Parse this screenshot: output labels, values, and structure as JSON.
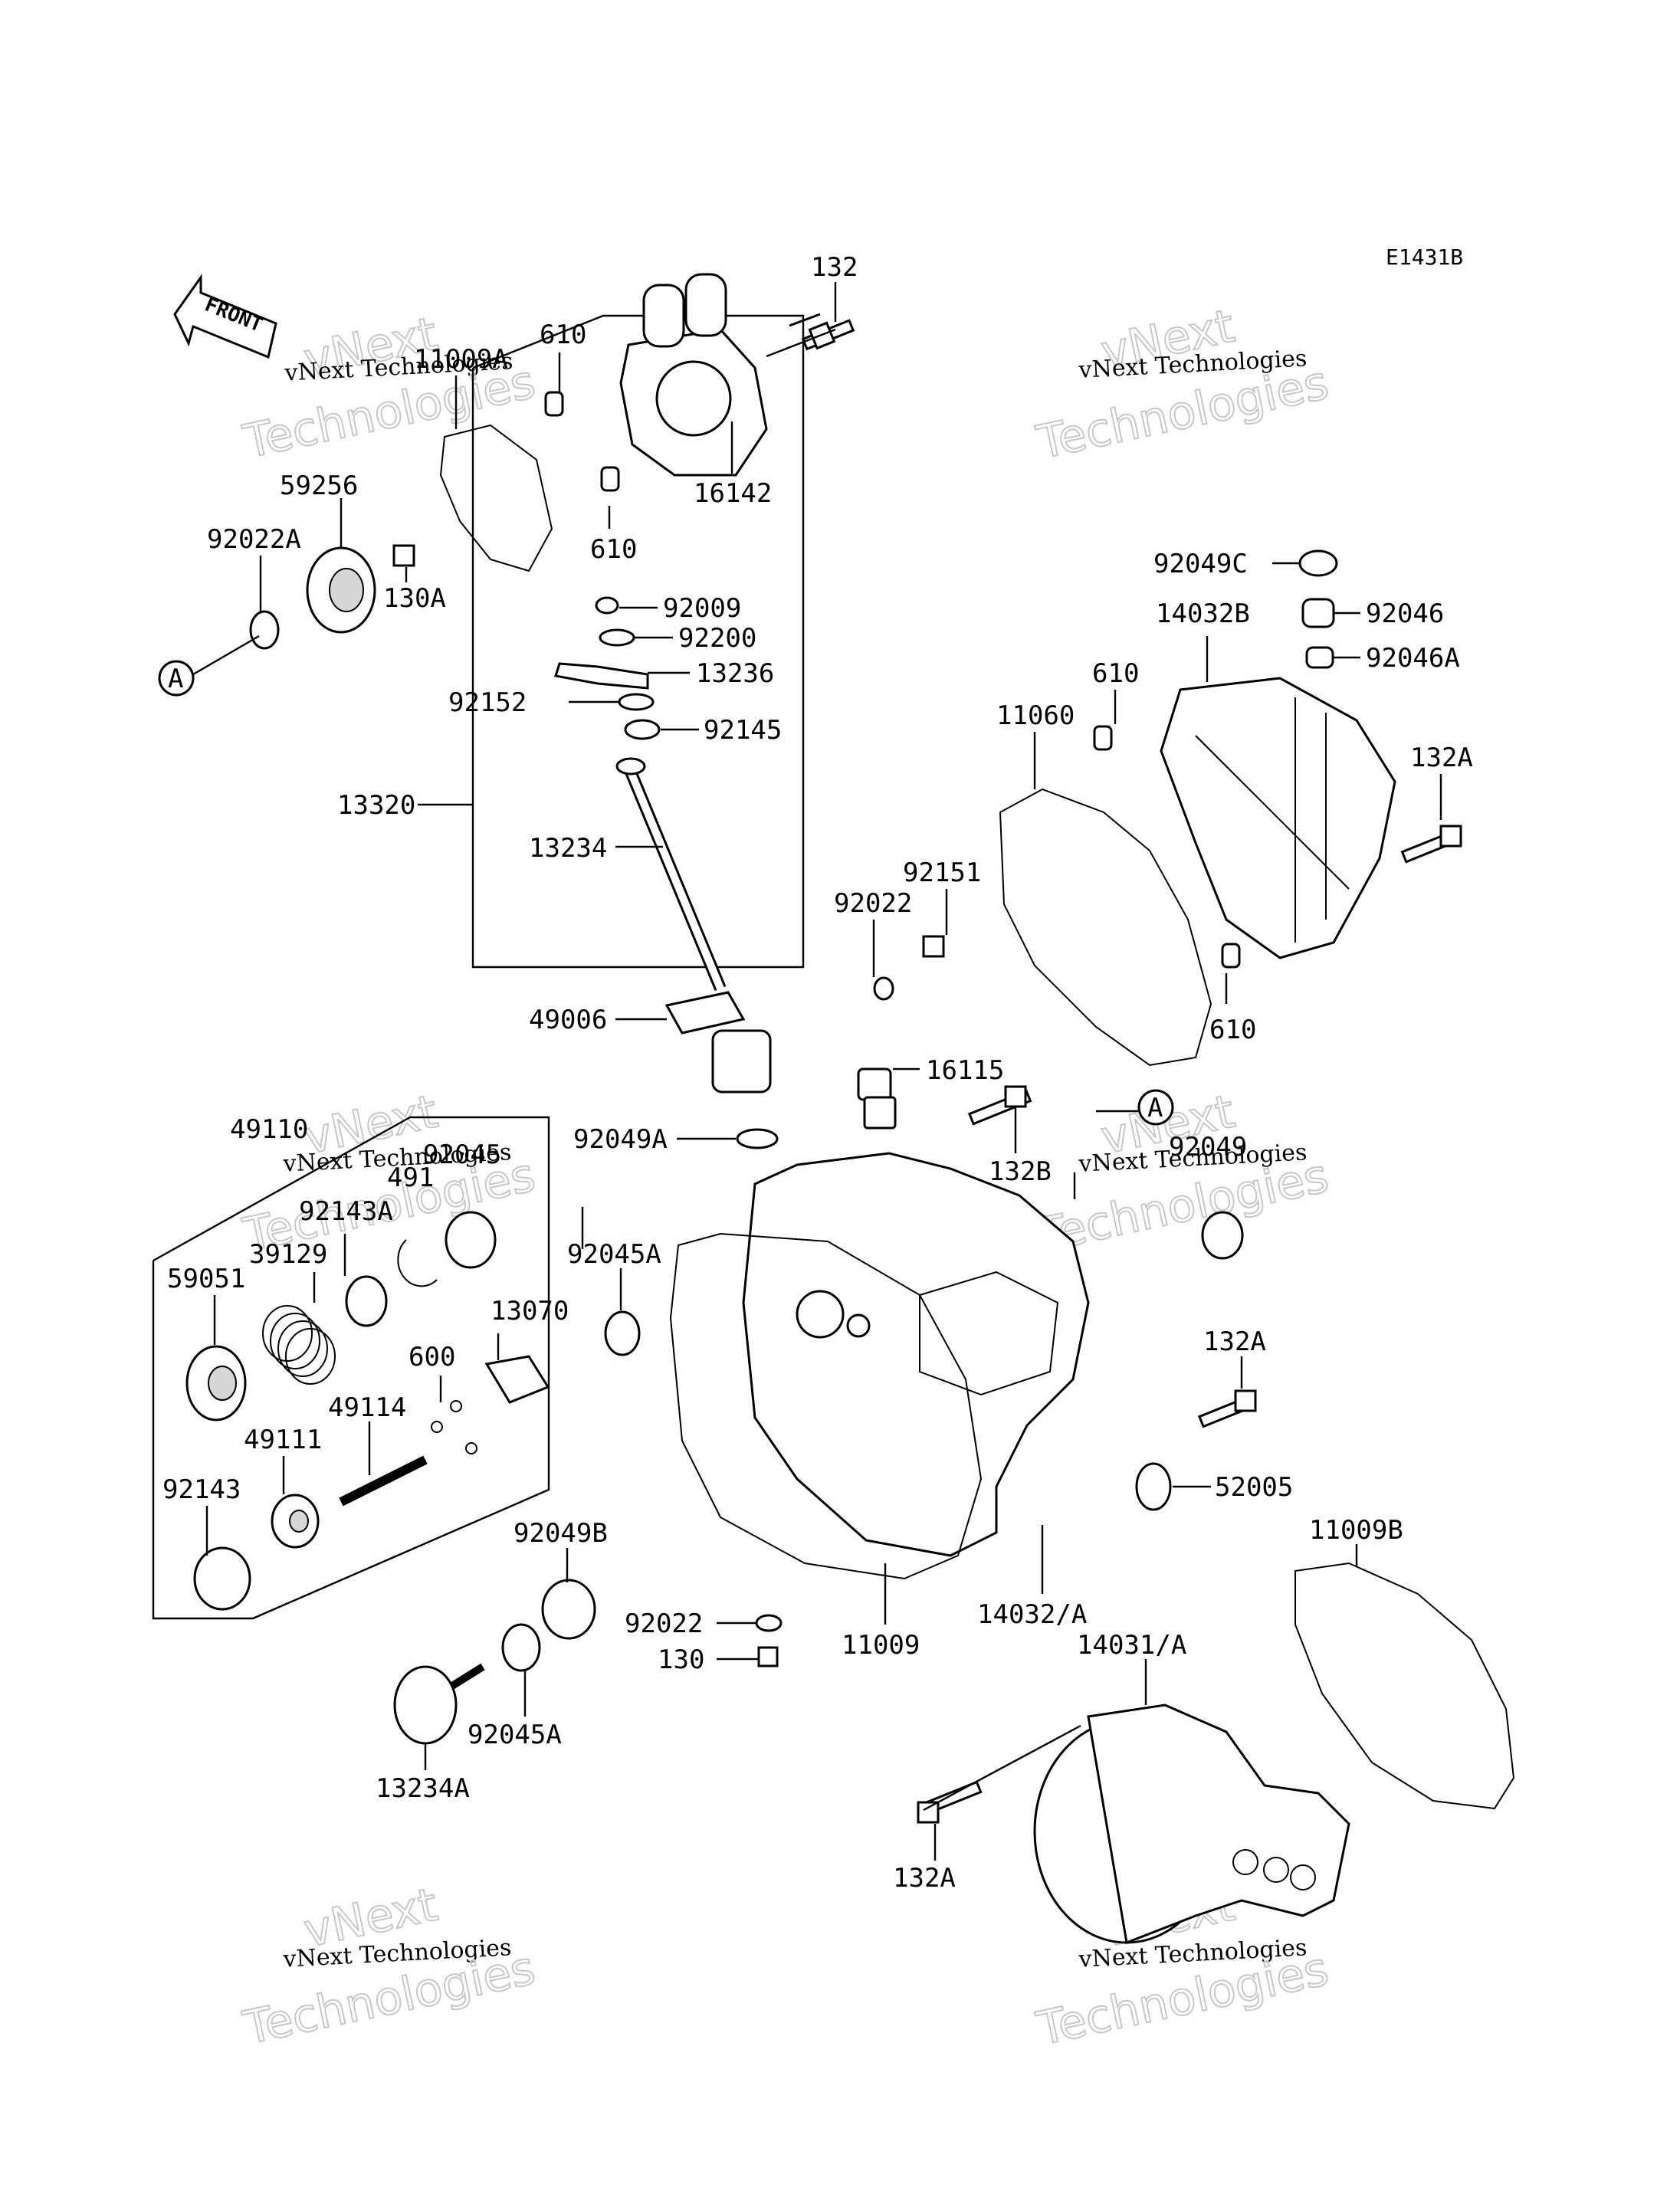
{
  "diagram_code": "E1431B",
  "front_marker": "FRONT",
  "watermarks": [
    {
      "id": "wm-1",
      "line1": "vNext",
      "line2": "vNext Technologies",
      "line3": "Technologies"
    },
    {
      "id": "wm-2",
      "line1": "vNext",
      "line2": "vNext Technologies",
      "line3": "Technologies"
    },
    {
      "id": "wm-3",
      "line1": "vNext",
      "line2": "vNext Technologies",
      "line3": "Technologies"
    },
    {
      "id": "wm-4",
      "line1": "vNext",
      "line2": "vNext Technologies",
      "line3": "Technologies"
    },
    {
      "id": "wm-5",
      "line1": "vNext",
      "line2": "vNext Technologies",
      "line3": "Technologies"
    },
    {
      "id": "wm-6",
      "line1": "vNext",
      "line2": "vNext Technologies",
      "line3": "Technologies"
    }
  ],
  "reference_markers": [
    "A",
    "A"
  ],
  "parts": [
    "132",
    "610",
    "11009A",
    "16142",
    "610",
    "59256",
    "92022A",
    "130A",
    "92009",
    "92200",
    "13236",
    "92152",
    "92145",
    "13320",
    "13234",
    "49006",
    "92049C",
    "92046",
    "14032B",
    "92046A",
    "610",
    "11060",
    "132A",
    "92151",
    "92022",
    "610",
    "16115",
    "92049A",
    "132B",
    "92049",
    "49110",
    "92045",
    "92143A",
    "491",
    "39129",
    "92045A",
    "59051",
    "13070",
    "600",
    "49114",
    "49111",
    "132A",
    "52005",
    "92143",
    "92049B",
    "11009B",
    "92022",
    "11009",
    "14032/A",
    "130",
    "14031/A",
    "92045A",
    "13234A",
    "132A"
  ]
}
